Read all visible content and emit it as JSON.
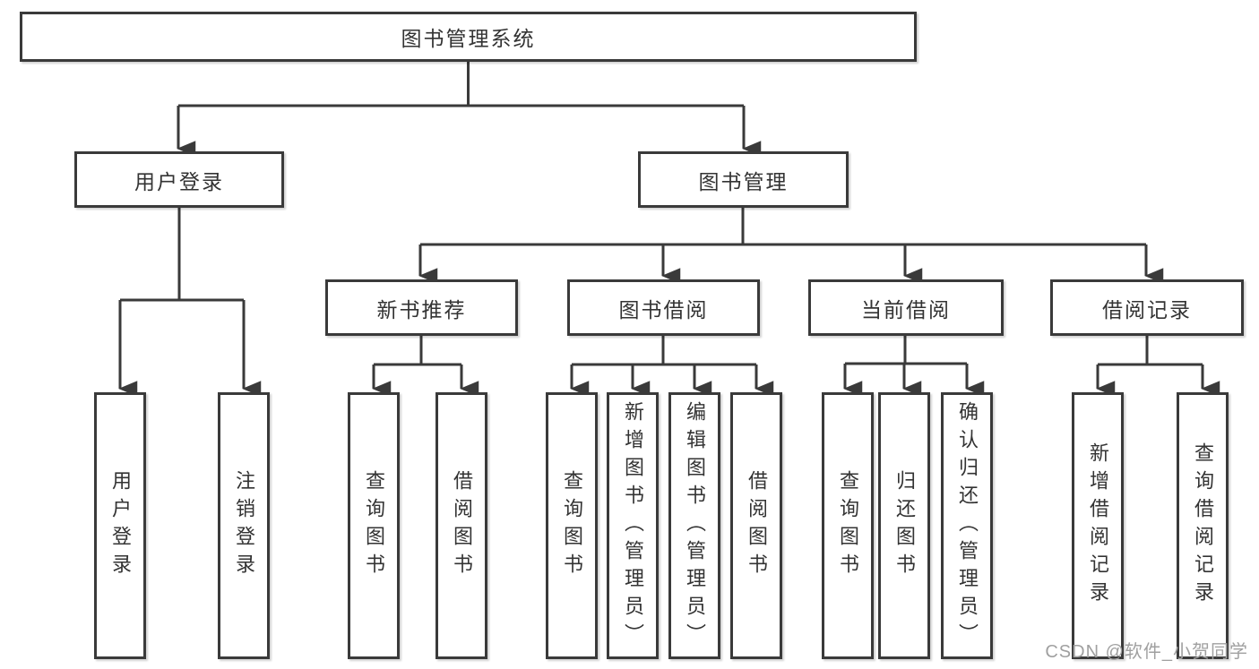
{
  "diagram_title": "图书管理系统",
  "colors": {
    "line": "#3a3a3a",
    "text": "#333333",
    "background": "#ffffff",
    "watermark": "#a0a0a0"
  },
  "nodes": {
    "root": {
      "label": "图书管理系统"
    },
    "level2": [
      {
        "label": "用户登录"
      },
      {
        "label": "图书管理"
      }
    ],
    "level3": [
      {
        "label": "新书推荐",
        "parent": "图书管理"
      },
      {
        "label": "图书借阅",
        "parent": "图书管理"
      },
      {
        "label": "当前借阅",
        "parent": "图书管理"
      },
      {
        "label": "借阅记录",
        "parent": "图书管理"
      }
    ],
    "leaves": [
      {
        "label": "用户登录",
        "parent": "用户登录"
      },
      {
        "label": "注销登录",
        "parent": "用户登录"
      },
      {
        "label": "查询图书",
        "parent": "新书推荐"
      },
      {
        "label": "借阅图书",
        "parent": "新书推荐"
      },
      {
        "label": "查询图书",
        "parent": "图书借阅"
      },
      {
        "label": "新增图书（管理员）",
        "parent": "图书借阅"
      },
      {
        "label": "编辑图书（管理员）",
        "parent": "图书借阅"
      },
      {
        "label": "借阅图书",
        "parent": "图书借阅"
      },
      {
        "label": "查询图书",
        "parent": "当前借阅"
      },
      {
        "label": "归还图书",
        "parent": "当前借阅"
      },
      {
        "label": "确认归还（管理员）",
        "parent": "当前借阅"
      },
      {
        "label": "新增借阅记录",
        "parent": "借阅记录"
      },
      {
        "label": "查询借阅记录",
        "parent": "借阅记录"
      }
    ]
  },
  "watermark": {
    "text": "CSDN @软件_小贺同学"
  }
}
